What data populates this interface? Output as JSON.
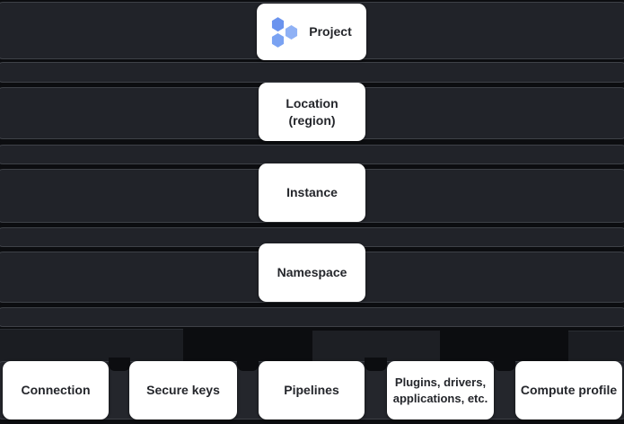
{
  "hierarchy": {
    "levels": [
      {
        "label": "Project",
        "icon": "project-hexagons-icon"
      },
      {
        "label": "Location (region)",
        "line1": "Location",
        "line2": "(region)"
      },
      {
        "label": "Instance"
      },
      {
        "label": "Namespace"
      }
    ],
    "namespace_items": [
      {
        "label": "Connection"
      },
      {
        "label": "Secure keys"
      },
      {
        "label": "Pipelines"
      },
      {
        "label": "Plugins, drivers, applications, etc."
      },
      {
        "label": "Compute profile"
      }
    ]
  },
  "icons": {
    "project": {
      "name": "project-hexagons-icon",
      "colors": {
        "hex_top": "#6A93EE",
        "hex_right": "#8FB1F5",
        "hex_bottom": "#7AA2F2"
      }
    }
  },
  "colors": {
    "background": "#0C0D10",
    "band_fill": "#212329",
    "band_border": "#3E4147",
    "items_band_fill": "#24262C",
    "node_background": "#FFFFFF",
    "node_text": "#24262B"
  }
}
